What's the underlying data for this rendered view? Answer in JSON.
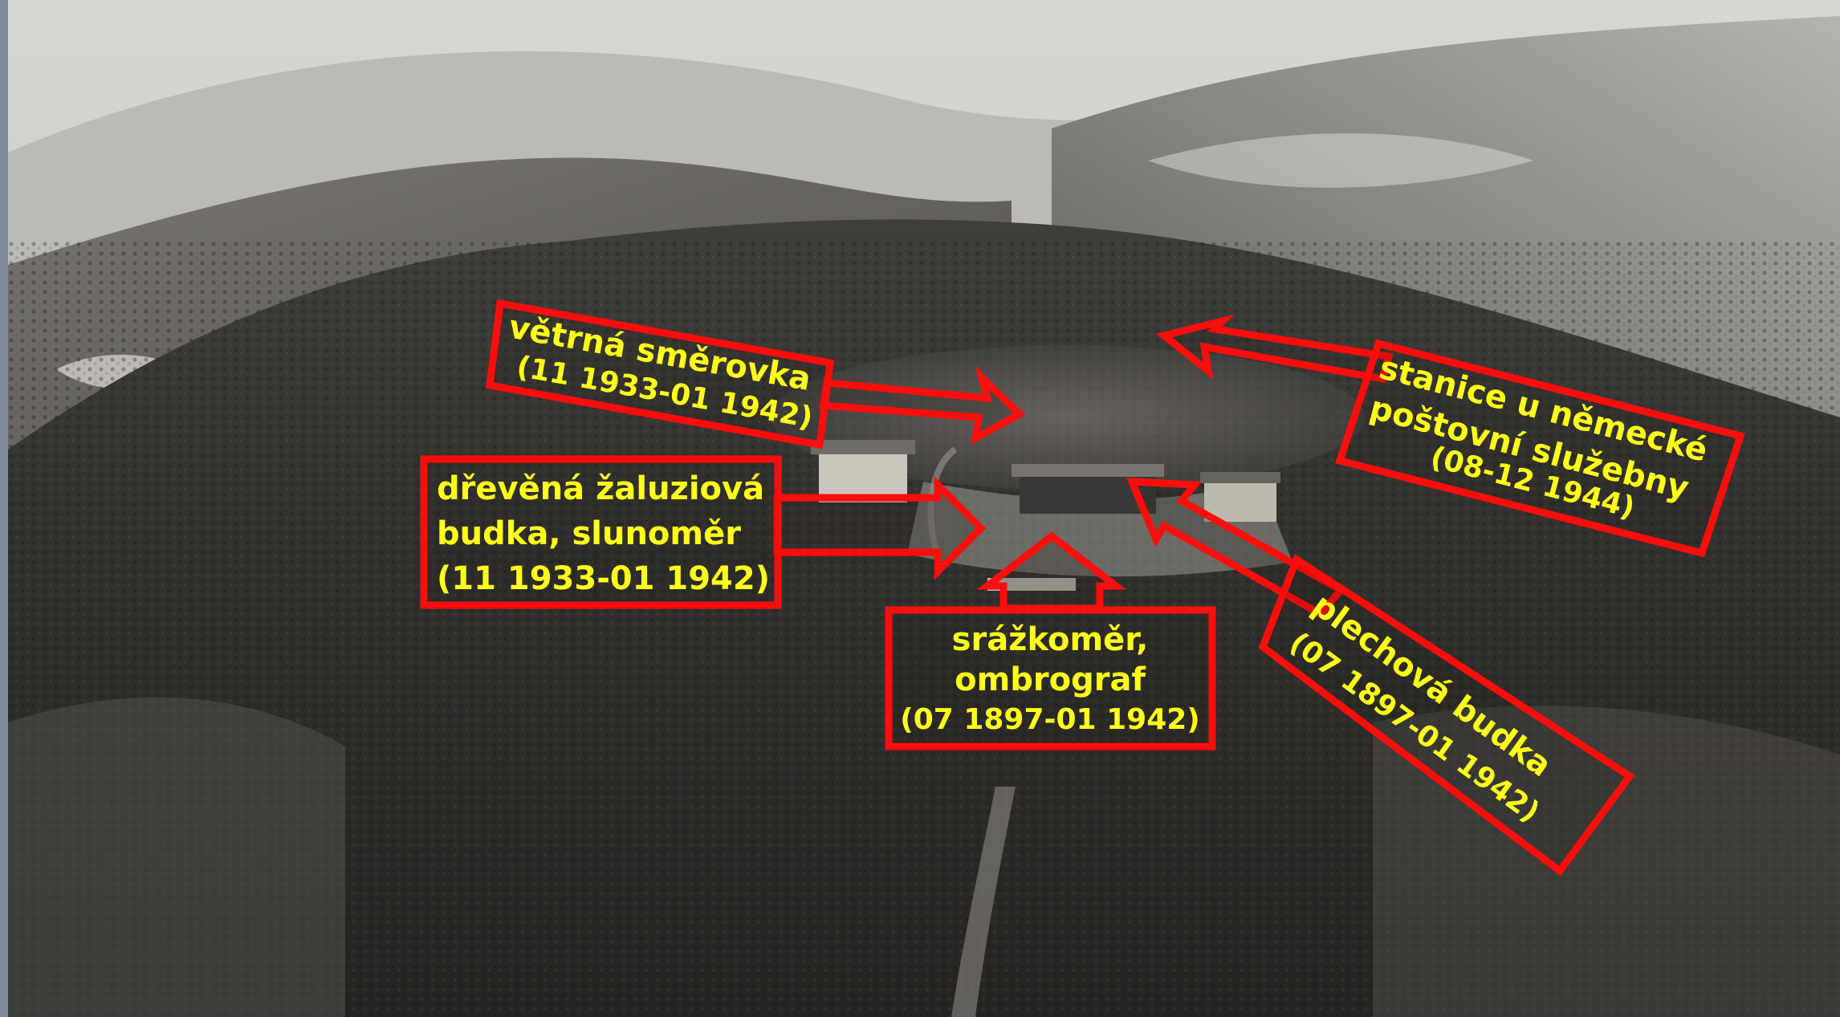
{
  "annotations": {
    "wind_vane": {
      "line1": "větrná směrovka",
      "line2": "(11 1933-01 1942)"
    },
    "louvre_shelter": {
      "line1": "dřevěná žaluziová",
      "line2": "budka, slunoměr",
      "line3": "(11 1933-01 1942)"
    },
    "rain_gauge": {
      "line1": "srážkoměr,",
      "line2": "ombrograf",
      "line3": "(07 1897-01 1942)"
    },
    "post_station": {
      "line1": "stanice u německé",
      "line2": "poštovní služebny",
      "line3": "(08-12 1944)"
    },
    "tin_shelter": {
      "line1": "plechová budka",
      "line2": "(07 1897-01 1942)"
    }
  },
  "colors": {
    "label_text": "#ffff1a",
    "frame_red": "#ff0d0d",
    "left_margin": "#7d8898"
  }
}
